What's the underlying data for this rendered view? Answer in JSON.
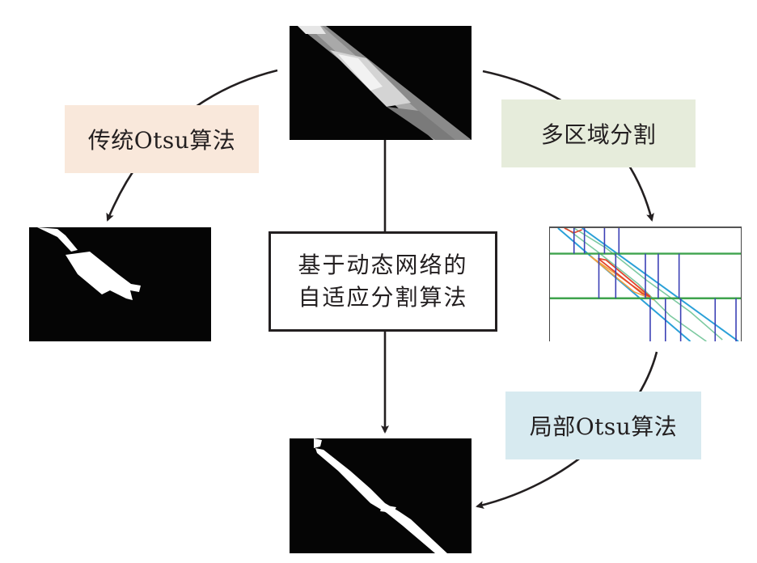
{
  "diagram": {
    "nodes": {
      "source_image": {
        "description": "grayscale input image of a diagonal bright strip"
      },
      "traditional_otsu_label": {
        "text": "传统Otsu算法",
        "bg": "#f9e8db"
      },
      "traditional_otsu_result": {
        "description": "binary result with partial blob segment"
      },
      "multi_region_label": {
        "text": "多区域分割",
        "bg": "#e6ecdb"
      },
      "multi_region_result": {
        "description": "region grid overlay with contour lines"
      },
      "center_method": {
        "lines": [
          "基于动态网络的",
          "自适应分割算法"
        ]
      },
      "local_otsu_label": {
        "text": "局部Otsu算法",
        "bg": "#d7eaf0"
      },
      "final_result": {
        "description": "binary result with full diagonal strip"
      }
    },
    "edges": [
      {
        "from": "source_image",
        "to": "traditional_otsu_result",
        "via": "traditional_otsu_label"
      },
      {
        "from": "source_image",
        "to": "multi_region_result",
        "via": "multi_region_label"
      },
      {
        "from": "source_image",
        "to": "final_result",
        "via": "center_method"
      },
      {
        "from": "multi_region_result",
        "to": "final_result",
        "via": "local_otsu_label"
      }
    ],
    "colors": {
      "stroke": "#231f20",
      "grid_green": "#3fa34d",
      "grid_blue": "#3a3fb5",
      "contour_blue": "#2aa0d8",
      "contour_green": "#7cc9a0",
      "contour_orange": "#f08a3c",
      "contour_red": "#e2422a"
    }
  }
}
